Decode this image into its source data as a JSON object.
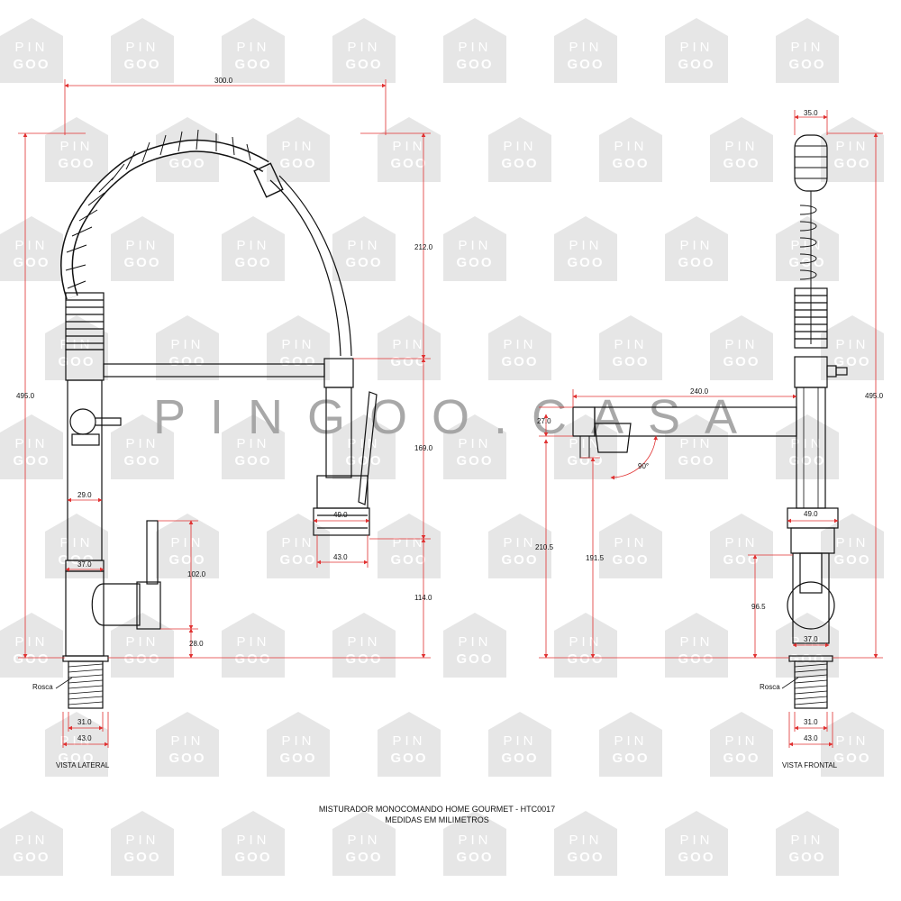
{
  "watermark": {
    "tile_line1": "PIN",
    "tile_line2": "GOO",
    "banner": "PINGOO.CASA"
  },
  "title_block": {
    "line1": "MISTURADOR MONOCOMANDO HOME GOURMET - HTC0017",
    "line2": "MEDIDAS EM MILIMETROS"
  },
  "views": {
    "left": "VISTA LATERAL",
    "right": "VISTA FRONTAL"
  },
  "labels": {
    "thread_left": "Rosca",
    "thread_right": "Rosca",
    "angle": "90°"
  },
  "dimensions": {
    "total_width": "300.0",
    "left_total_height": "495.0",
    "right_total_height": "495.0",
    "spring_height": "212.0",
    "spout_height": "169.0",
    "base_height": "114.0",
    "handle_height": "102.0",
    "handle_offset": "28.0",
    "body_width": "29.0",
    "collar_width": "37.0",
    "spray_width": "49.0",
    "spray_head_width": "43.0",
    "thread_width_left": "31.0",
    "base_width_left": "43.0",
    "spring_width": "35.0",
    "arm_length": "240.0",
    "nozzle_height": "27.0",
    "reach_height": "210.5",
    "nozzle_to_base": "191.5",
    "front_spray_width": "49.0",
    "front_handle_height": "96.5",
    "front_collar_width": "37.0",
    "thread_width_right": "31.0",
    "base_width_right": "43.0"
  },
  "colors": {
    "line": "#111111",
    "dimension": "#e03030",
    "tile": "#e6e6e6"
  }
}
